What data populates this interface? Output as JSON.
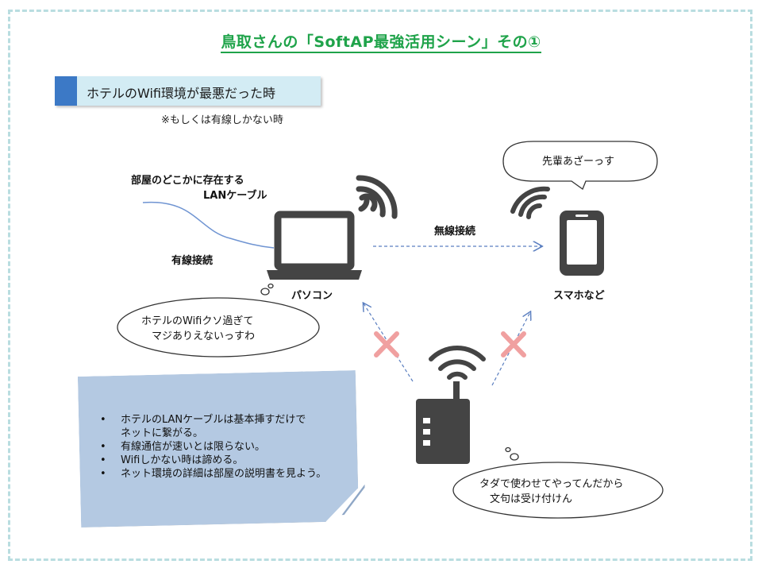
{
  "title": "鳥取さんの「SoftAP最強活用シーン」その①",
  "section": {
    "header": "ホテルのWifi環境が最悪だった時",
    "note": "※もしくは有線しかない時"
  },
  "labels": {
    "cable_line1": "部屋のどこかに存在する",
    "cable_line2": "LANケーブル",
    "wired": "有線接続",
    "wireless": "無線接続",
    "pc": "パソコン",
    "phone": "スマホなど"
  },
  "bubbles": {
    "phone_speech": "先輩あざーっす",
    "pc_thought": "ホテルのWifiクソ過ぎて\n　マジありえないっすわ",
    "router_thought": "タダで使わせてやってんだから\n　文句は受け付けん"
  },
  "memo": {
    "items": [
      {
        "line1": "ホテルのLANケーブルは基本挿すだけで",
        "line2": "ネットに繋がる。"
      },
      {
        "line1": "有線通信が速いとは限らない。",
        "line2": ""
      },
      {
        "line1": "Wifiしかない時は諦める。",
        "line2": ""
      },
      {
        "line1": "ネット環境の詳細は部屋の説明書を見よう。",
        "line2": ""
      }
    ]
  },
  "colors": {
    "title_green": "#1fa34a",
    "header_blue": "#3c79c6",
    "header_bg": "#d3ecf4",
    "device_gray": "#444444",
    "cross_pink": "#f0a0a0",
    "arrow_blue": "#5b7fc0",
    "memo_bg": "#b4c9e2"
  },
  "icons": [
    "laptop-icon",
    "smartphone-icon",
    "router-icon",
    "wifi-signal-icon",
    "cross-mark-icon"
  ]
}
